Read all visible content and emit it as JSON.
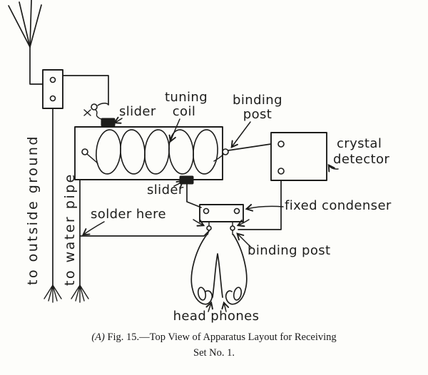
{
  "colors": {
    "ink": "#1d1d1b",
    "paper": "#fdfdfa"
  },
  "diagram": {
    "labels": {
      "to_outside_ground": "to outside ground",
      "to_water_pipe": "to water pipe",
      "slider_top": "slider",
      "slider_bottom": "slider",
      "tuning_coil_line1": "tuning",
      "tuning_coil_line2": "coil",
      "binding_post_top_line1": "binding",
      "binding_post_top_line2": "post",
      "crystal_detector_line1": "crystal",
      "crystal_detector_line2": "detector",
      "fixed_condenser": "fixed condenser",
      "solder_here": "solder here",
      "binding_post_bottom": "binding post",
      "head_phones": "head phones"
    },
    "caption": {
      "marker": "(A)",
      "line1": "Fig. 15.—Top View of Apparatus Layout for Receiving",
      "line2": "Set No. 1."
    }
  }
}
